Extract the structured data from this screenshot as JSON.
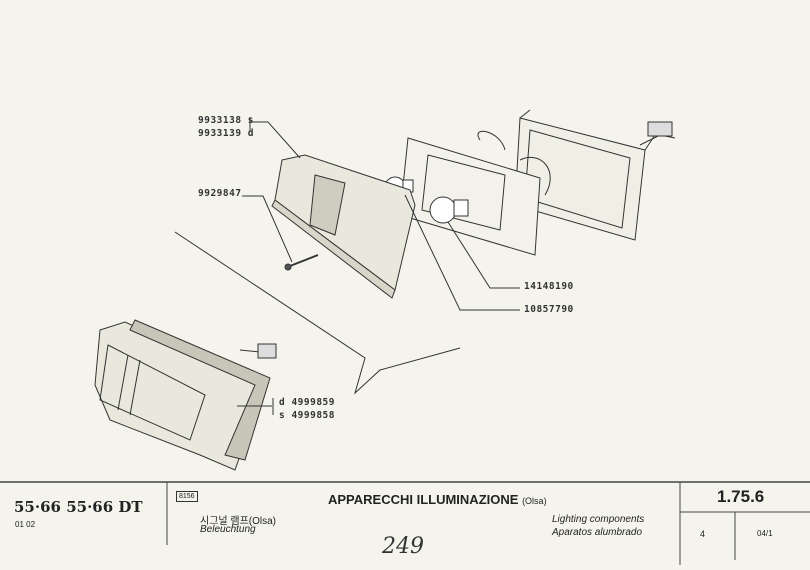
{
  "diagram": {
    "callouts": {
      "lens_left": "9933138 s",
      "lens_right": "9933139 d",
      "screw": "9929847",
      "bulb_large": "14148190",
      "bulb_small": "10857790",
      "lamp_right": "d  4999859",
      "lamp_left": "s  4999858"
    }
  },
  "footer": {
    "models": "55·66  55·66 DT",
    "versions": "01  02",
    "code_badge": "8156",
    "title": "APPARECCHI ILLUMINAZIONE",
    "title_suffix": "(Olsa)",
    "korean": "시그널 램프(Olsa)",
    "german": "Beleuchtung",
    "english": "Lighting components",
    "spanish": "Aparatos alumbrado",
    "section": "1.75.6",
    "sheet": "4",
    "date": "04/1",
    "handwritten_page": "249"
  }
}
